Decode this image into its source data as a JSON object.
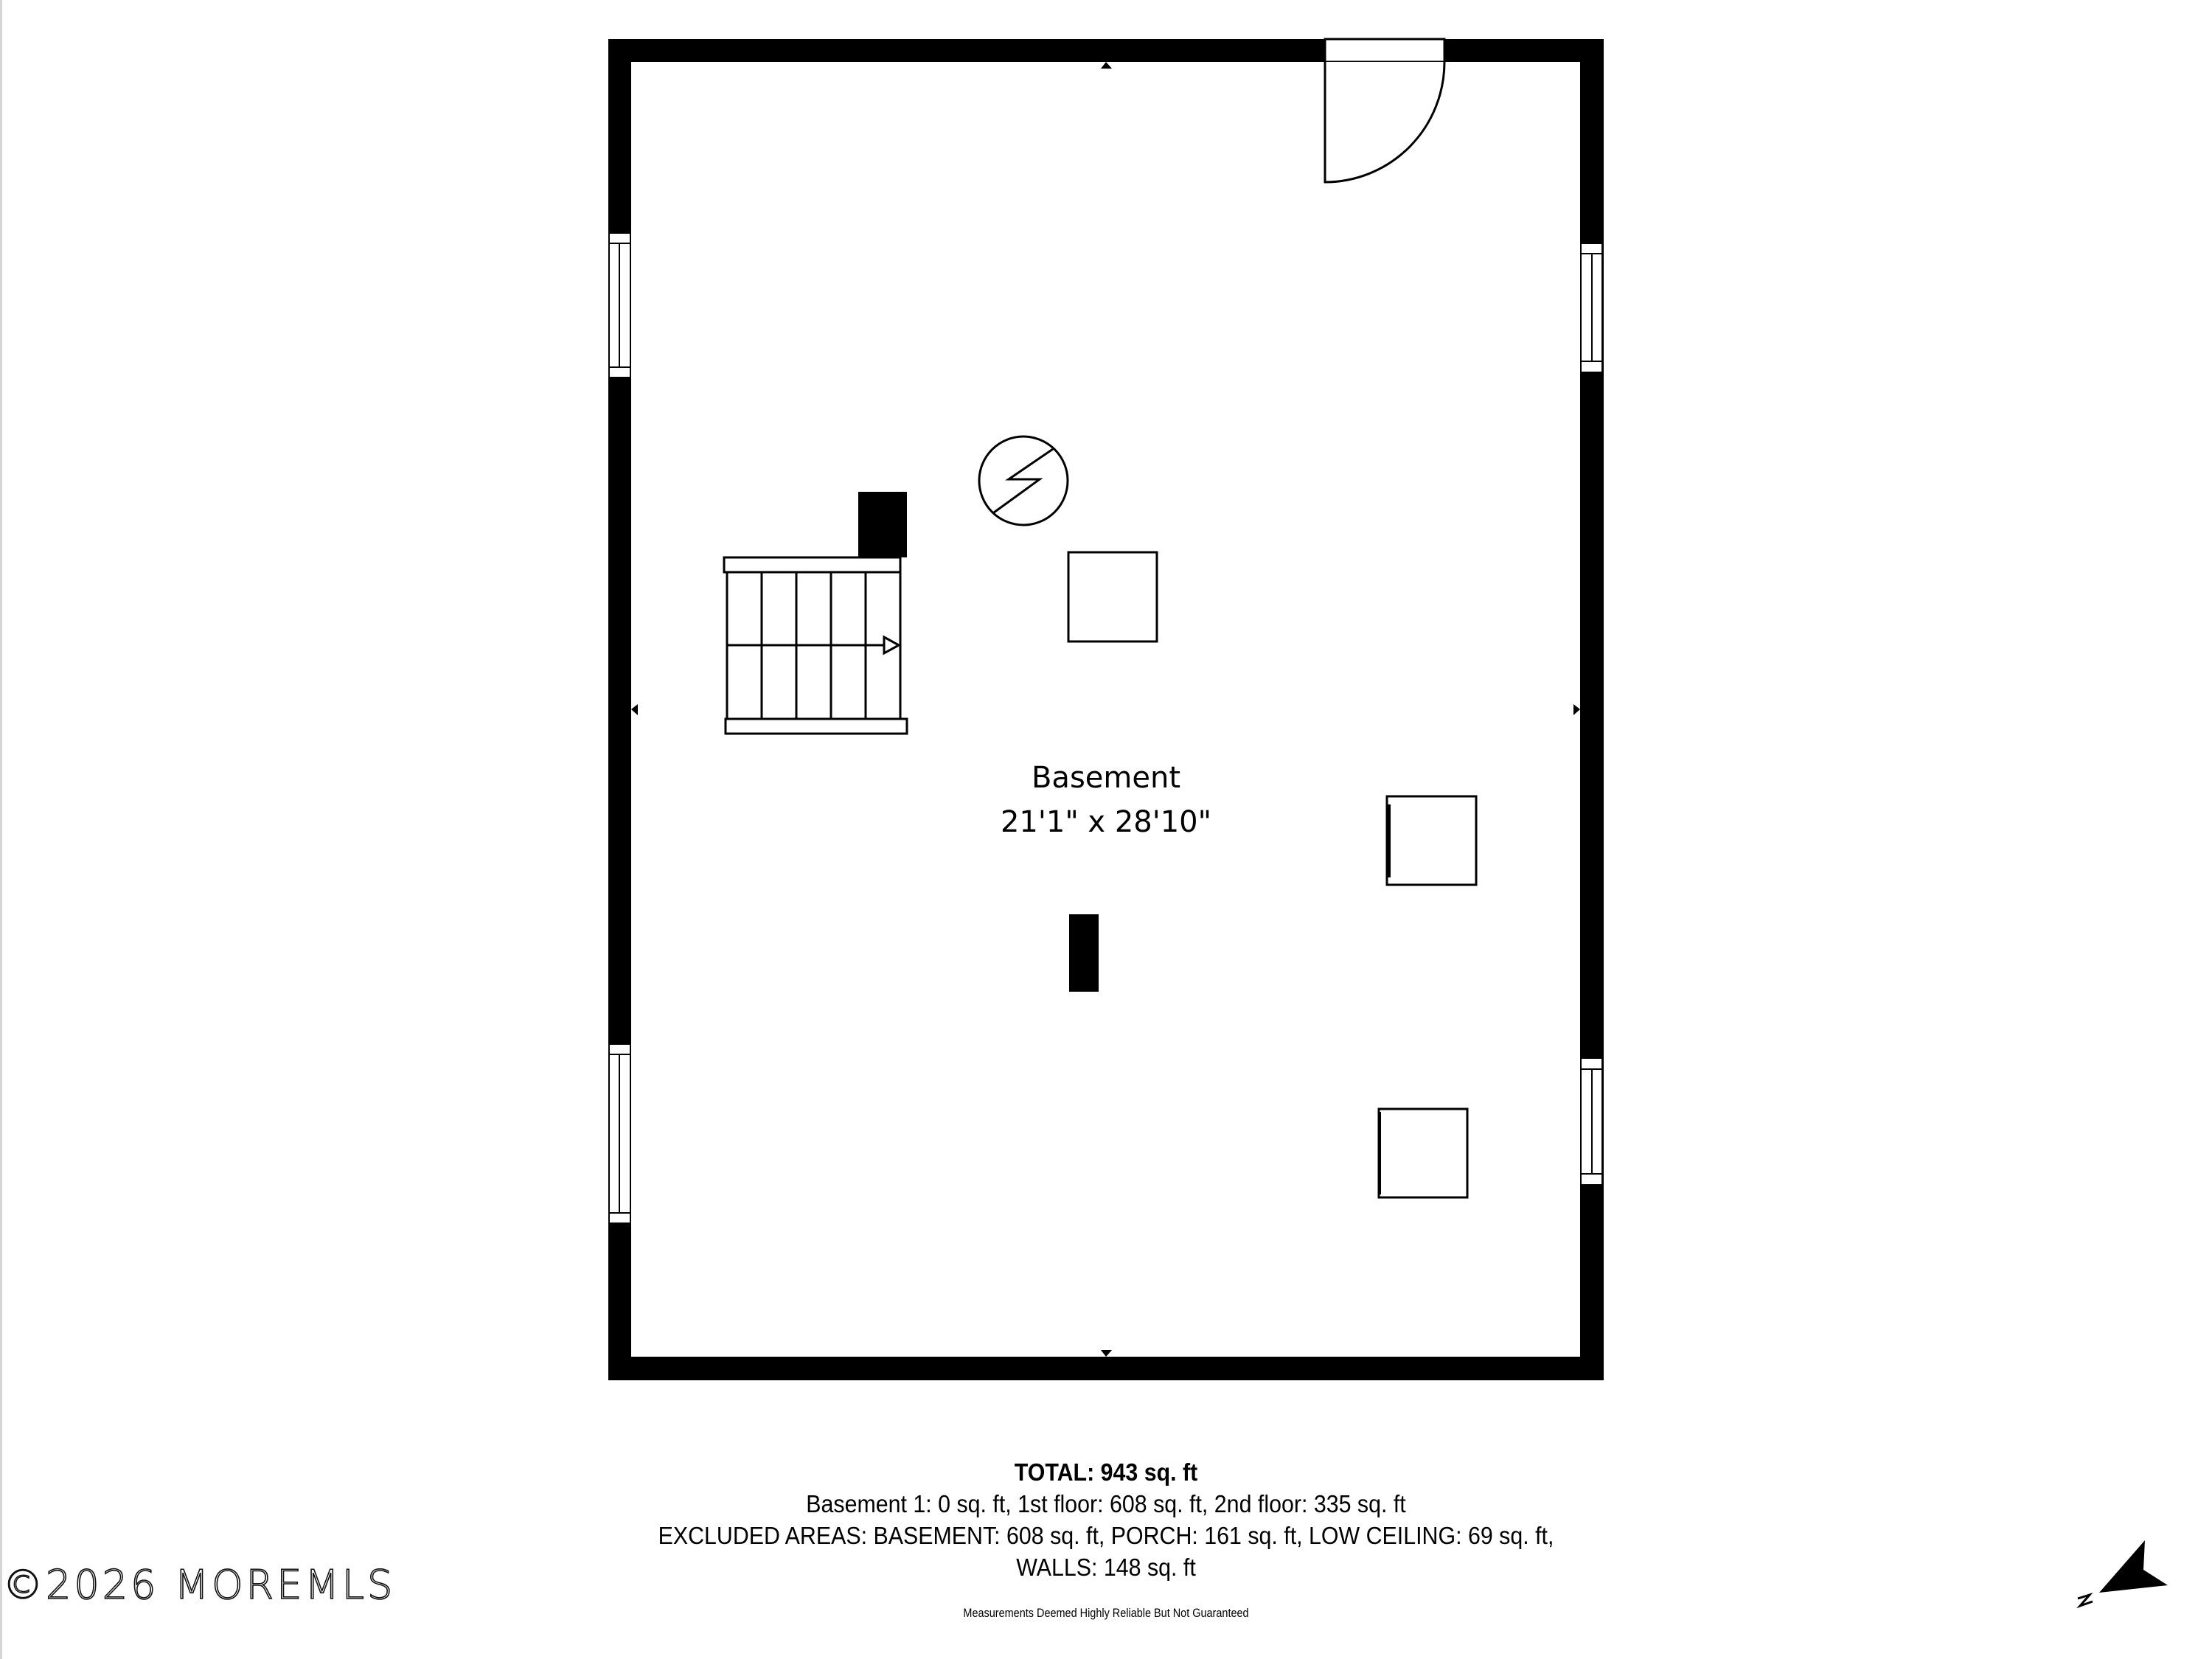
{
  "room": {
    "name": "Basement",
    "dimensions": "21'1\" x 28'10\""
  },
  "summary": {
    "total": "TOTAL: 943 sq. ft",
    "floors": "Basement 1: 0 sq. ft, 1st floor: 608 sq. ft, 2nd floor: 335 sq. ft",
    "excluded_line1": "EXCLUDED AREAS: BASEMENT: 608 sq. ft, PORCH: 161 sq. ft, LOW CEILING: 69 sq. ft,",
    "excluded_line2": "WALLS: 148 sq. ft"
  },
  "disclaimer": "Measurements Deemed Highly Reliable But Not Guaranteed",
  "watermark": "©2026 MOREMLS",
  "compass": {
    "label": "N",
    "icon": "north-arrow-icon"
  },
  "colors": {
    "wall": "#000000",
    "background": "#ffffff"
  }
}
